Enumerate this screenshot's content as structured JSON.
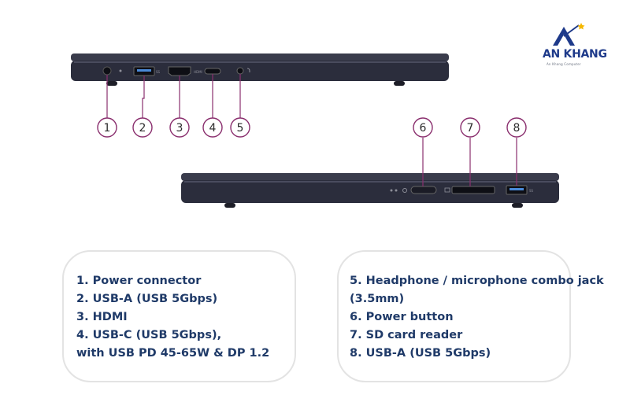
{
  "logo": {
    "brand": "AN KHANG",
    "tagline": "An Khang Computer"
  },
  "colors": {
    "callout_stroke": "#8a2f6e",
    "laptop_body": "#2b2d3c",
    "text_blue": "#1f3a68"
  },
  "callouts": [
    "1",
    "2",
    "3",
    "4",
    "5",
    "6",
    "7",
    "8"
  ],
  "port_labels": {
    "hdmi": "HDMI",
    "usb_ss": "SS"
  },
  "left_card": {
    "lines": [
      "1. Power connector",
      "2. USB-A (USB 5Gbps)",
      "3. HDMI",
      "4. USB-C (USB 5Gbps),",
      "with USB PD 45-65W & DP 1.2"
    ]
  },
  "right_card": {
    "lines": [
      "5. Headphone / microphone combo jack",
      "(3.5mm)",
      "6. Power button",
      "7. SD card reader",
      "8. USB-A (USB 5Gbps)"
    ]
  }
}
